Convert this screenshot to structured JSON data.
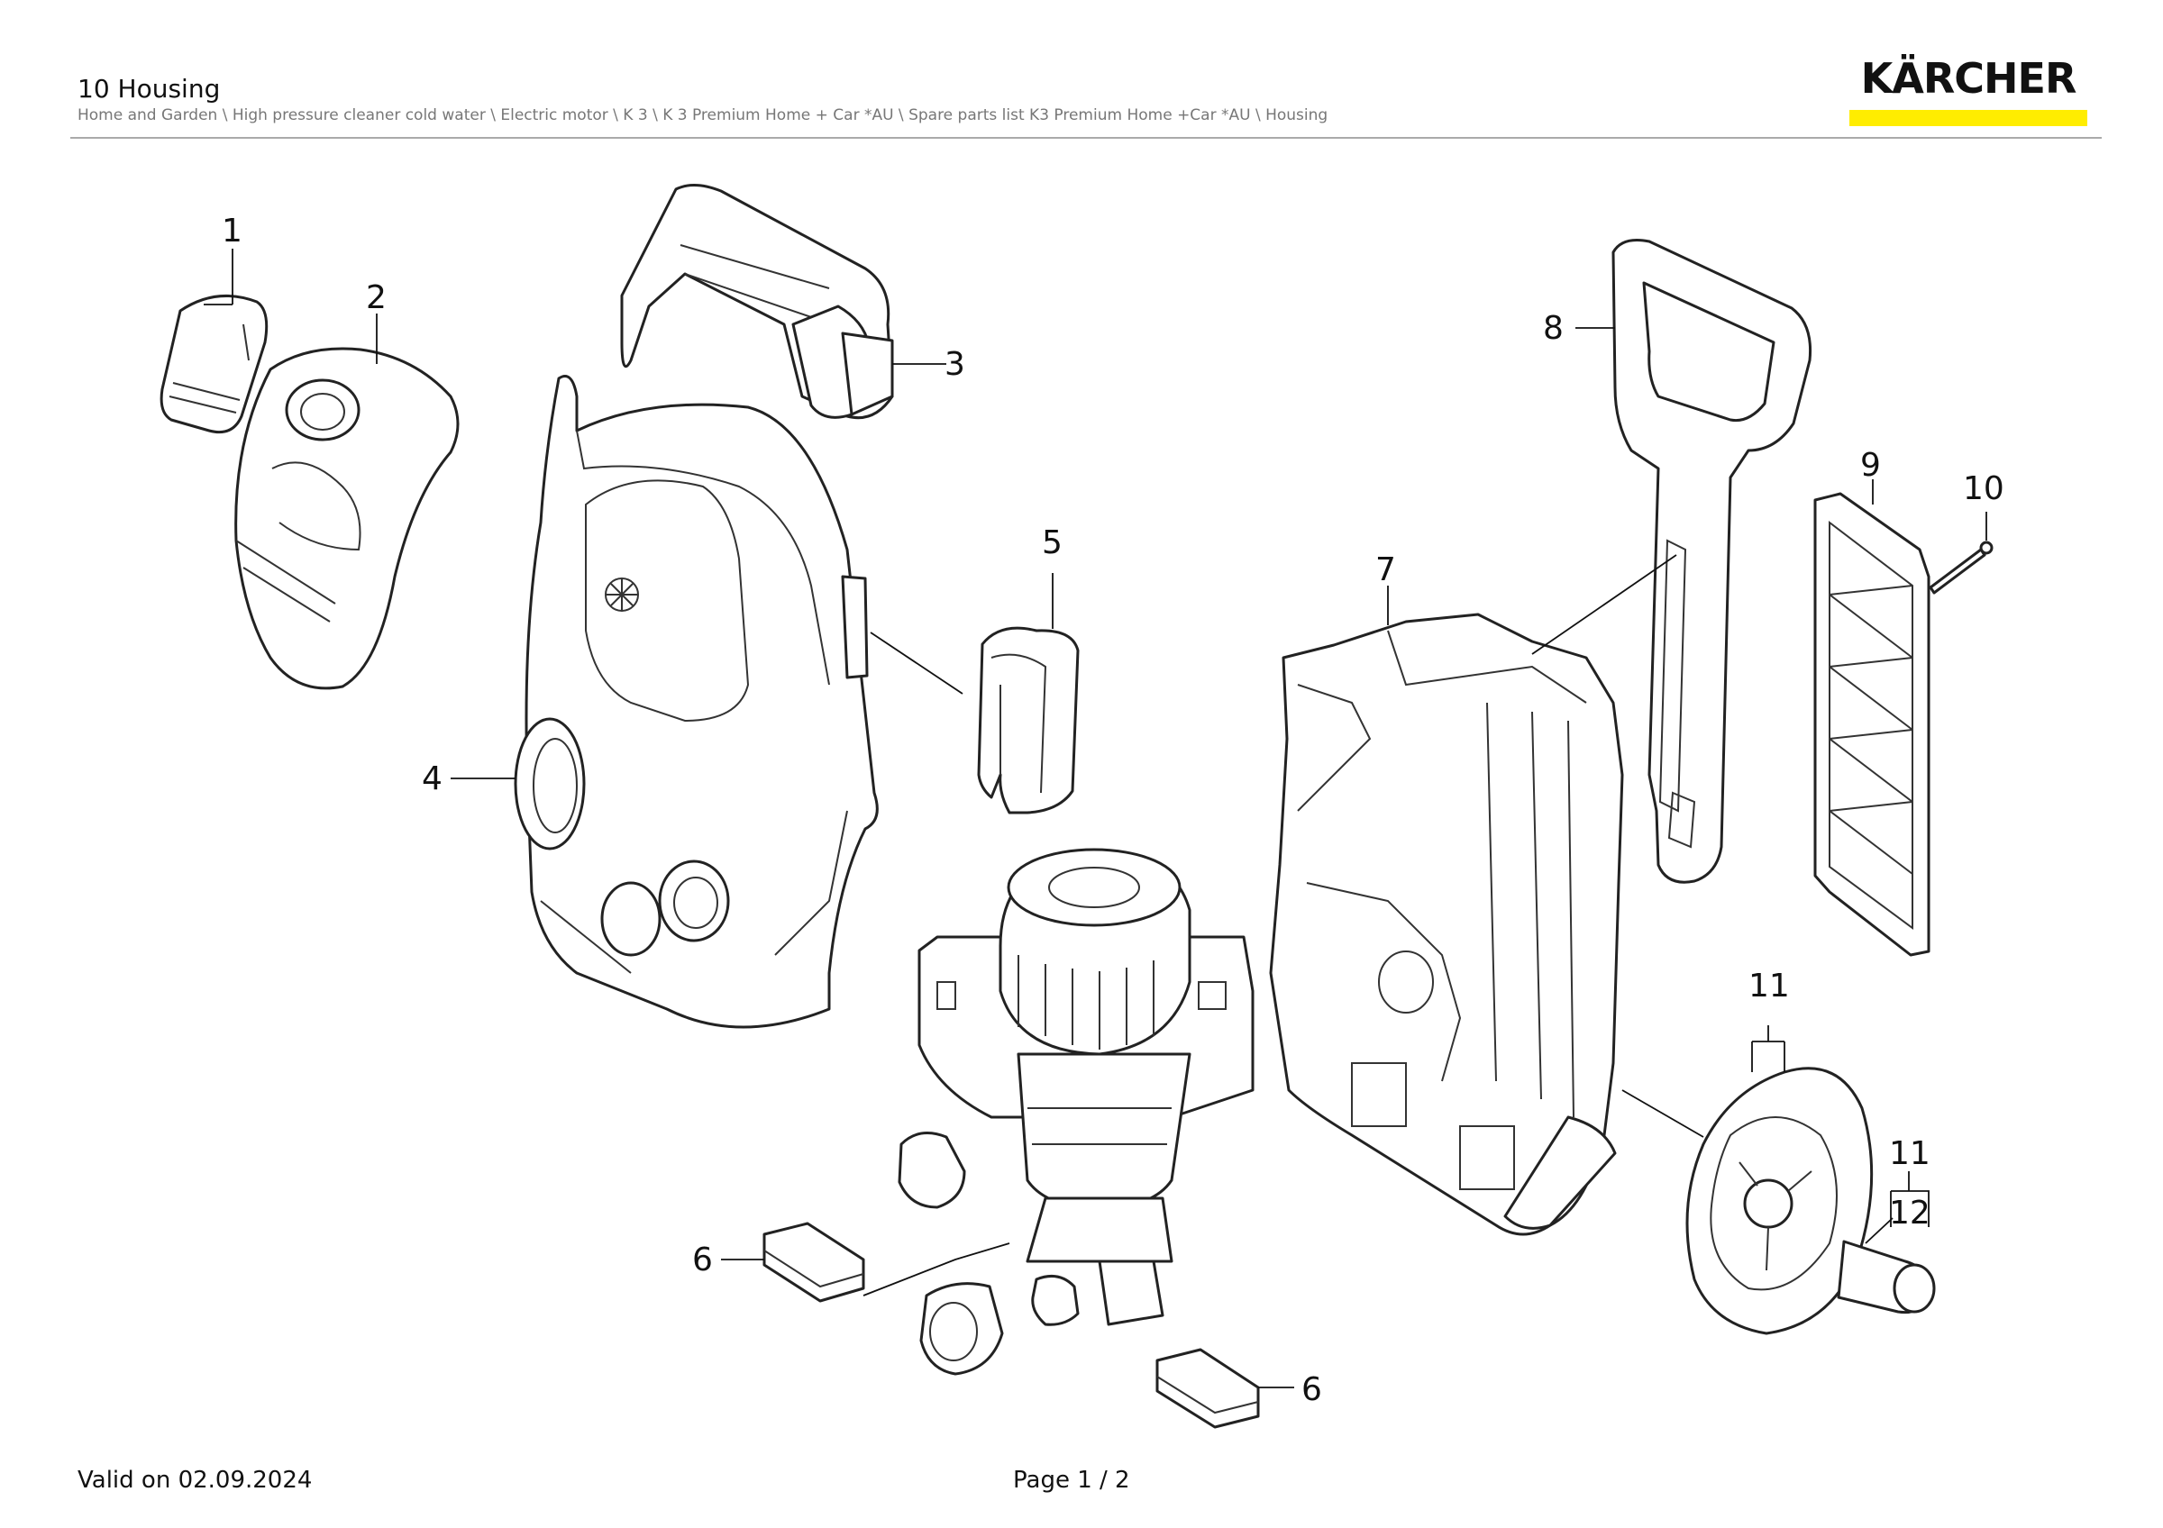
{
  "header": {
    "title": "10 Housing",
    "breadcrumb": "Home and Garden \\ High pressure cleaner cold water \\ Electric motor \\ K 3 \\ K 3 Premium Home + Car *AU \\ Spare parts list K3 Premium Home +Car *AU \\ Housing"
  },
  "brand": {
    "name": "KÄRCHER",
    "accent": "#ffed00"
  },
  "footer": {
    "valid": "Valid on 02.09.2024",
    "page": "Page 1 / 2"
  },
  "callouts": {
    "c1": "1",
    "c2": "2",
    "c3": "3",
    "c4": "4",
    "c5": "5",
    "c6a": "6",
    "c6b": "6",
    "c7": "7",
    "c8": "8",
    "c9": "9",
    "c10": "10",
    "c11a": "11",
    "c11b": "11",
    "c12": "12"
  }
}
